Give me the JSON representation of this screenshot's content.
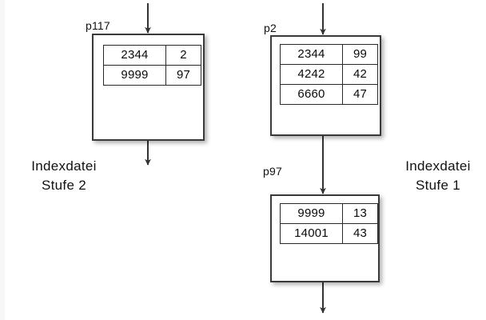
{
  "diagram": {
    "title_hidden": "B-Baum Indexdatei Struktur",
    "captions": {
      "left": {
        "line1": "Indexdatei",
        "line2": "Stufe 2"
      },
      "right": {
        "line1": "Indexdatei",
        "line2": "Stufe 1"
      }
    },
    "colors": {
      "background": "#ffffff",
      "box_border": "#3a3a3a",
      "cell_border": "#2a2a2a",
      "text": "#111111",
      "arrow": "#333333"
    },
    "nodes": [
      {
        "id": "p117",
        "label": "p117",
        "level": 2,
        "rows": [
          {
            "key": "2344",
            "pointer": "2"
          },
          {
            "key": "9999",
            "pointer": "97"
          }
        ]
      },
      {
        "id": "p2",
        "label": "p2",
        "level": 1,
        "rows": [
          {
            "key": "2344",
            "pointer": "99"
          },
          {
            "key": "4242",
            "pointer": "42"
          },
          {
            "key": "6660",
            "pointer": "47"
          }
        ]
      },
      {
        "id": "p97",
        "label": "p97",
        "level": 1,
        "rows": [
          {
            "key": "9999",
            "pointer": "13"
          },
          {
            "key": "14001",
            "pointer": "43"
          }
        ]
      }
    ],
    "arrows": [
      {
        "name": "arrow-into-p117",
        "from": "top-edge",
        "to": "p117"
      },
      {
        "name": "arrow-out-of-p117",
        "from": "p117",
        "to": "below"
      },
      {
        "name": "arrow-into-p2",
        "from": "top-edge",
        "to": "p2"
      },
      {
        "name": "arrow-p2-to-p97",
        "from": "p2",
        "to": "p97"
      },
      {
        "name": "arrow-out-of-p97",
        "from": "p97",
        "to": "below"
      }
    ]
  }
}
